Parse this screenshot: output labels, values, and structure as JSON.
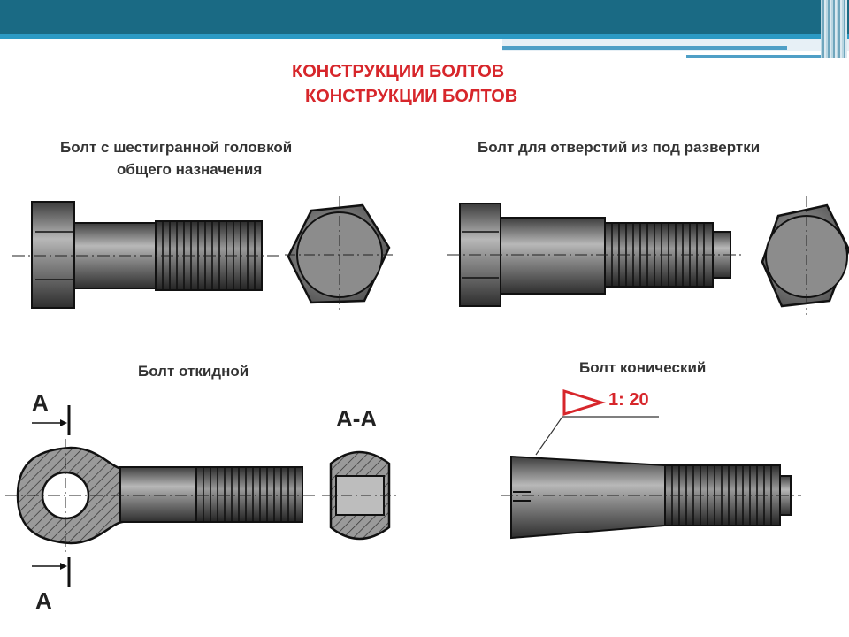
{
  "slide": {
    "title_line1": "КОНСТРУКЦИИ  БОЛТОВ",
    "title_line2": "КОНСТРУКЦИИ  БОЛТОВ"
  },
  "bolts": {
    "hex_general": {
      "caption_line1": "Болт с шестигранной  головкой",
      "caption_line2": "общего назначения"
    },
    "reamer": {
      "caption": "Болт  для отверстий из под развертки"
    },
    "eye": {
      "caption": "Болт откидной",
      "section_label": "А-А",
      "cut_label_top": "А",
      "cut_label_bottom": "А"
    },
    "conical": {
      "caption": "Болт конический",
      "taper": "1: 20"
    }
  },
  "colors": {
    "topbar": "#1a6a84",
    "title": "#d7262b",
    "metal": "#5a5a5a",
    "metal_light": "#a0a0a0"
  }
}
